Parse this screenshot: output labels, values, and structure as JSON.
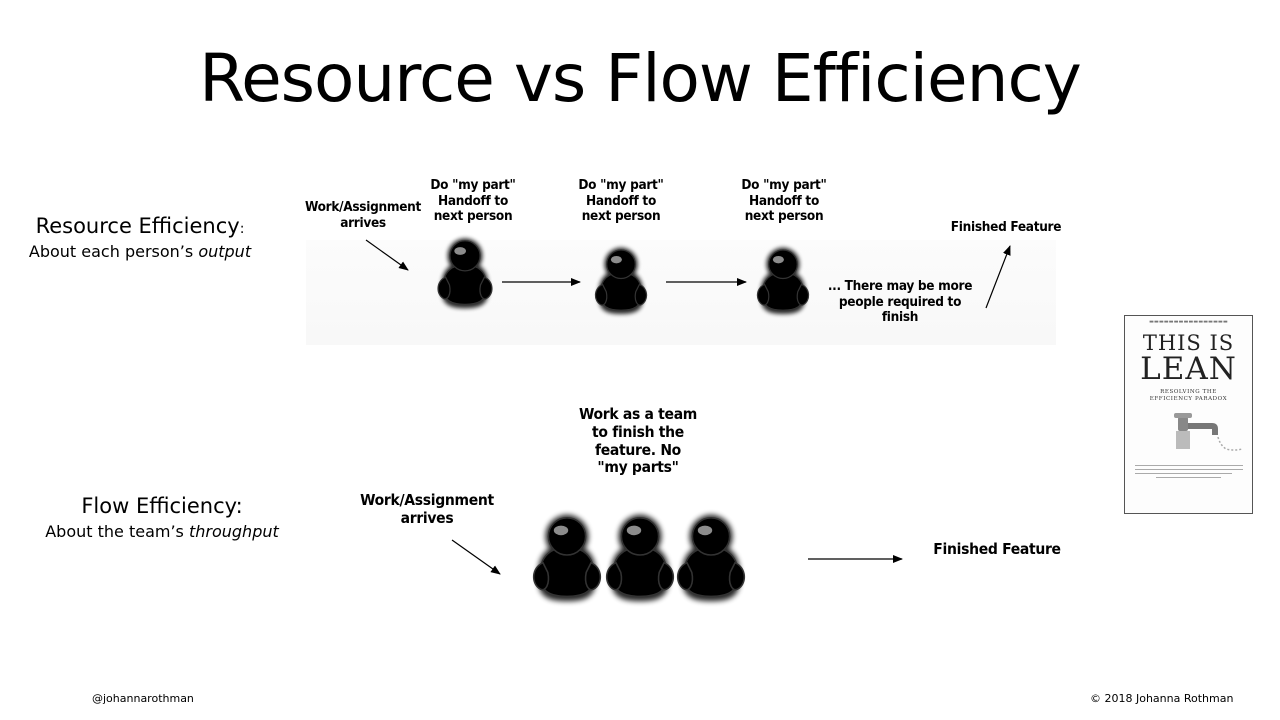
{
  "slide": {
    "title": "Resource vs Flow Efficiency",
    "footer_left": "@johannarothman",
    "footer_right": "© 2018 Johanna Rothman"
  },
  "resource": {
    "heading": "Resource Efficiency",
    "heading_colon": ":",
    "sub_prefix": "About each person’s ",
    "sub_em": "output",
    "arrives": "Work/Assignment arrives",
    "step_label": "Do \"my part\" Handoff to next person",
    "more": "... There may be more people required to finish",
    "finished": "Finished Feature"
  },
  "flow": {
    "heading": "Flow Efficiency:",
    "sub_prefix": "About the team’s ",
    "sub_em": "throughput",
    "arrives": "Work/Assignment arrives",
    "team_note": "Work as a team to finish the feature. No \"my parts\"",
    "finished": "Finished Feature"
  },
  "book": {
    "line1": "THIS IS",
    "line2": "LEAN",
    "line3": "RESOLVING THE EFFICIENCY PARADOX"
  },
  "colors": {
    "purple": "#c9c3ec",
    "green": "#c6ecdf",
    "yellow": "#f6f2c6"
  }
}
